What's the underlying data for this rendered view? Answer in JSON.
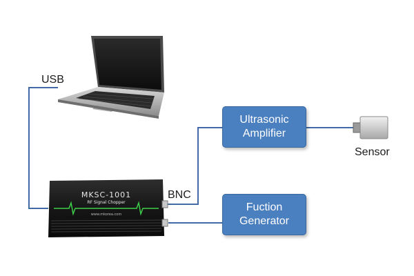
{
  "labels": {
    "usb": "USB",
    "bnc": "BNC",
    "sensor": "Sensor"
  },
  "boxes": {
    "amplifier": {
      "line1": "Ultrasonic",
      "line2": "Amplifier"
    },
    "generator": {
      "line1": "Fuction",
      "line2": "Generator"
    }
  },
  "device": {
    "model": "MKSC-1001",
    "subtitle": "RF Signal Chopper",
    "website": "www.mkorea.com"
  },
  "colors": {
    "box_fill": "#4a7fc0",
    "cable": "#3f6aa6",
    "device_body": "#1c1c1c",
    "signal_trace": "#3ecf4a"
  },
  "icons": [
    "laptop-icon",
    "sensor-icon",
    "bnc-connector-icon"
  ]
}
